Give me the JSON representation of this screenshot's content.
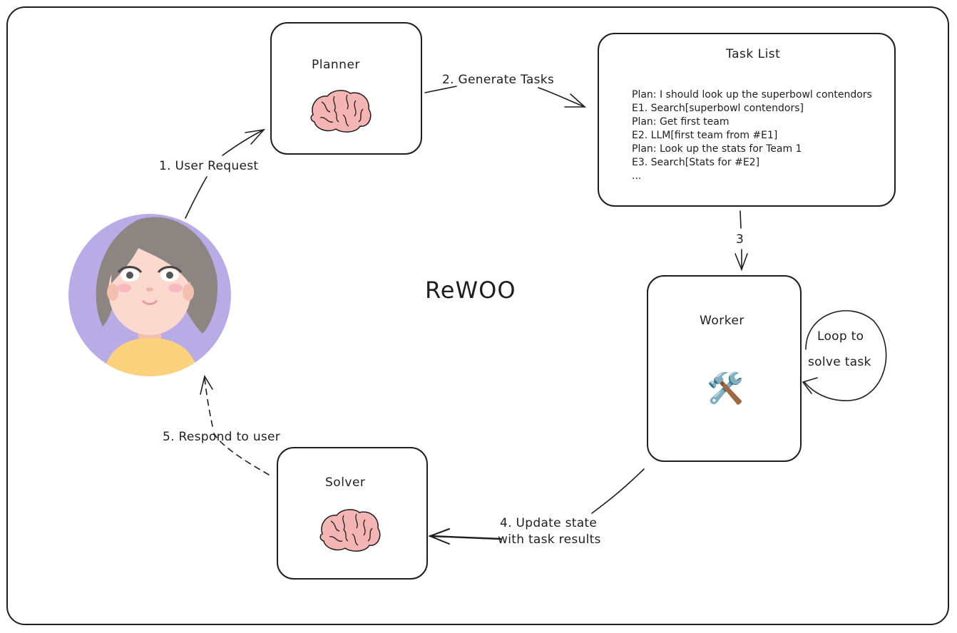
{
  "diagram": {
    "title": "ReWOO",
    "nodes": {
      "planner": {
        "label": "Planner",
        "icon": "brain-icon"
      },
      "task_list": {
        "label": "Task List",
        "lines": [
          "Plan: I should look up the superbowl contendors",
          "E1. Search[superbowl contendors]",
          "Plan: Get first team",
          "E2. LLM[first team from #E1]",
          "Plan: Look up the stats for Team 1",
          "E3. Search[Stats for #E2]",
          "..."
        ]
      },
      "worker": {
        "label": "Worker",
        "icon": "hammer-and-wrench-icon",
        "icon_glyph": "🛠️"
      },
      "solver": {
        "label": "Solver",
        "icon": "brain-icon"
      },
      "user": {
        "icon": "user-avatar"
      }
    },
    "edges": {
      "user_request": "1. User Request",
      "generate_tasks": "2. Generate Tasks",
      "step3": "3",
      "loop_line1": "Loop to",
      "loop_line2": "solve task",
      "update_line1": "4. Update state",
      "update_line2": "with task results",
      "respond": "5. Respond to user"
    },
    "colors": {
      "stroke": "#1e1e1e",
      "brain": "#f5b5b5",
      "avatar_bg": "#b9ace6",
      "hair": "#8d8581",
      "skin": "#fcd9cf",
      "shirt": "#fdd27f"
    }
  }
}
